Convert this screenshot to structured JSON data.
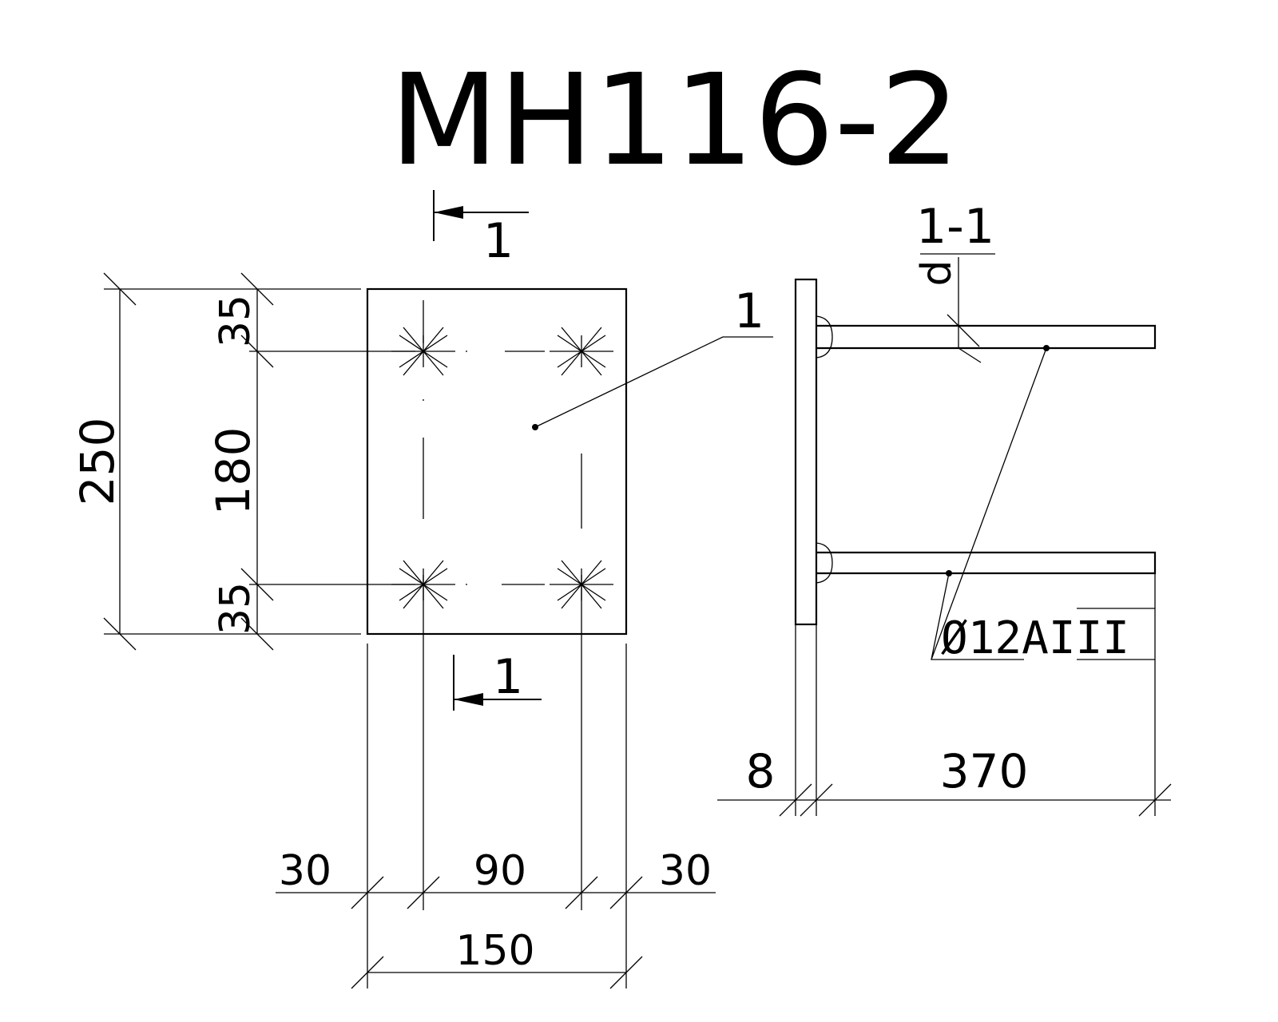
{
  "title": "MH116-2",
  "plan": {
    "section_mark_top": "1",
    "section_mark_bottom": "1",
    "callout": "1",
    "dim_overall_height": "250",
    "dim_between_bars": "180",
    "dim_top_edge": "35",
    "dim_bottom_edge": "35",
    "dim_left_edge": "30",
    "dim_between_bars_h": "90",
    "dim_right_edge": "30",
    "dim_overall_width": "150"
  },
  "section": {
    "title": "1-1",
    "diameter_label": "d",
    "rebar_spec": "Ø12AIII",
    "dim_plate_thickness": "8",
    "dim_bar_length": "370"
  }
}
